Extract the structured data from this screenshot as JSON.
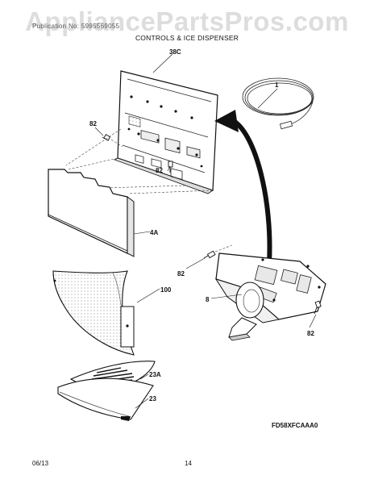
{
  "watermark": "AppliancePartsPros.com",
  "header": {
    "subtitle": "Publication No: 5995569055",
    "section_title": "CONTROLS & ICE DISPENSER"
  },
  "callouts": {
    "p38C": "38C",
    "p1": "1",
    "p82a": "82",
    "p82b": "82",
    "p4A": "4A",
    "p82c": "82",
    "p100": "100",
    "p8": "8",
    "p82d": "82",
    "p23A": "23A",
    "p23": "23"
  },
  "model_code": "FD58XFCAAA0",
  "footer": {
    "date": "06/13",
    "page_number": "14"
  },
  "icons": {
    "arrow": "curved-arrow",
    "screw": "screw-icon"
  }
}
